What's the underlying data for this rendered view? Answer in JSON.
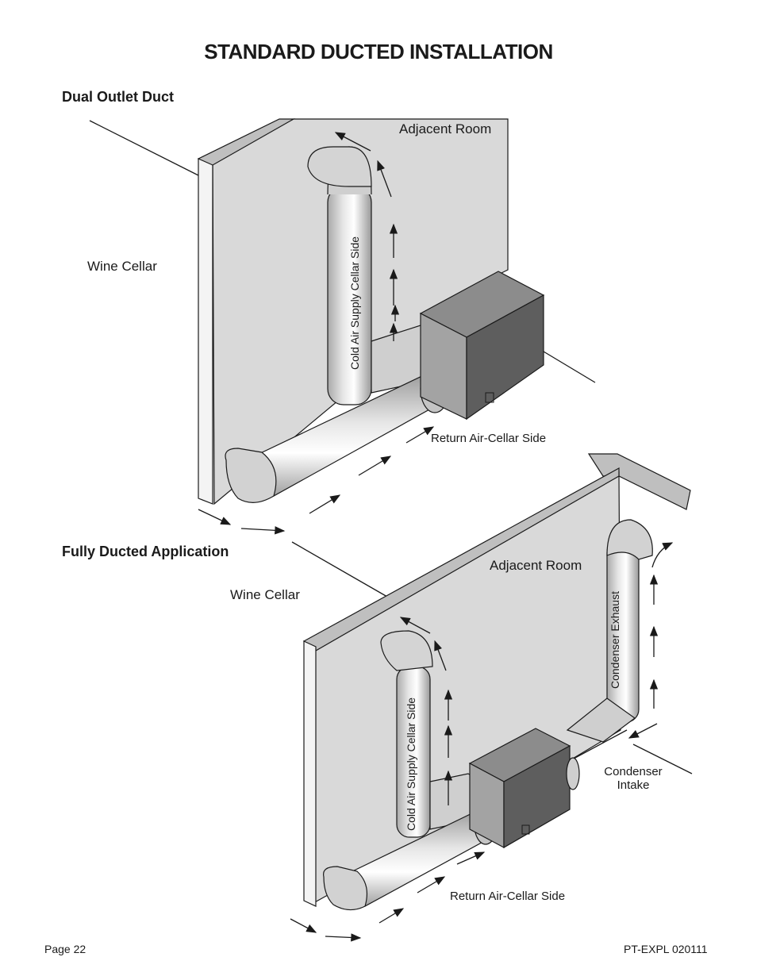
{
  "page": {
    "title": "STANDARD DUCTED INSTALLATION",
    "footer_left": "Page 22",
    "footer_right": "PT-EXPL 020111"
  },
  "figure1": {
    "heading": "Dual Outlet Duct",
    "adjacent_room": "Adjacent Room",
    "wine_cellar": "Wine Cellar",
    "supply_label": "Cold Air Supply Cellar Side",
    "return_label": "Return Air-Cellar Side"
  },
  "figure2": {
    "heading": "Fully Ducted Application",
    "adjacent_room": "Adjacent Room",
    "wine_cellar": "Wine Cellar",
    "supply_label": "Cold Air Supply Cellar Side",
    "exhaust_label": "Condenser Exhaust",
    "intake_label_line1": "Condenser",
    "intake_label_line2": "Intake",
    "return_label": "Return Air-Cellar Side"
  },
  "colors": {
    "wall": "#d9d9d9",
    "wall_edge": "#b3b3b3",
    "duct_light": "#e2e2e2",
    "duct_mid": "#bdbdbd",
    "unit_top": "#8c8c8c",
    "unit_side": "#5e5e5e",
    "line": "#1a1a1a"
  }
}
